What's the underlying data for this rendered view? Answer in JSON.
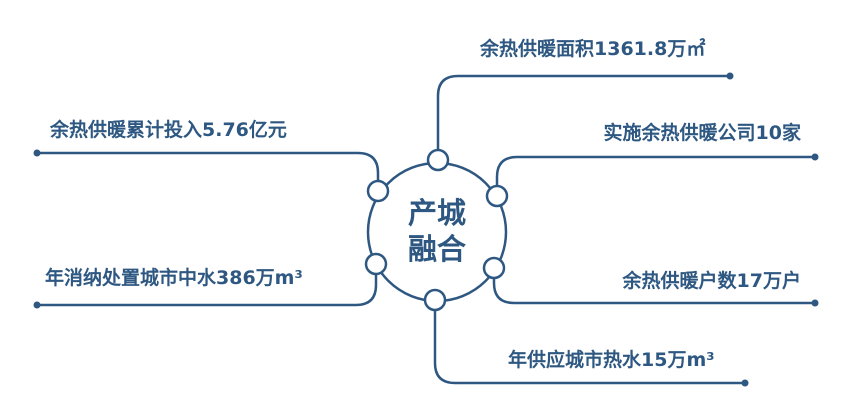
{
  "colors": {
    "primary": "#2e5882"
  },
  "center": {
    "line1": "产城",
    "line2": "融合"
  },
  "items": [
    {
      "text": "余热供暖面积1361.8万㎡"
    },
    {
      "text": "余热供暖累计投入5.76亿元"
    },
    {
      "text": "实施余热供暖公司10家"
    },
    {
      "text": "年消纳处置城市中水386万m³"
    },
    {
      "text": "余热供暖户数17万户"
    },
    {
      "text": "年供应城市热水15万m³"
    }
  ]
}
